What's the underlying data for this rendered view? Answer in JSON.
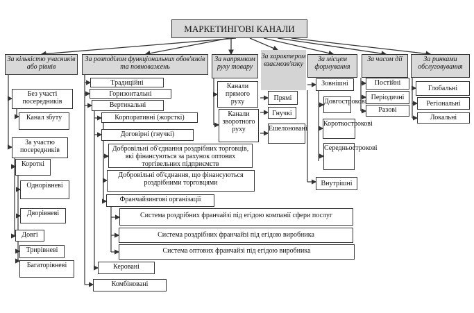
{
  "title": "МАРКЕТИНГОВІ КАНАЛИ",
  "headers": [
    "За кількістю учасників або рівнів",
    "За розподілом функціональних обов'язків та повноважень",
    "За напрямком руху товару",
    "За характером взаємозв'язку",
    "За місцем формування",
    "За часом дії",
    "За ринками обслуговування"
  ],
  "col1": [
    "Без участі посередників",
    "Канал збуту",
    "За участю посередників",
    "Короткі",
    "Однорівневі",
    "Дворівневі",
    "Довгі",
    "Трирівневі",
    "Багаторівневі"
  ],
  "col2": [
    "Традиційні",
    "Горизонтальні",
    "Вертикальні",
    "Корпоративні (жорсткі)",
    "Договірні (гнучкі)",
    "Добровільні об'єднання роздрібних торговців, які фінансуються за рахунок оптових торгівельних підприємств",
    "Добровільні об'єднання, що фінансуються роздрібними торговцями",
    "Франчайзингові організації",
    "Система роздрібних франчайзі під егідою компанії сфери послуг",
    "Система роздрібних франчайзі під егідою виробника",
    "Система оптових франчайзі під егідою виробника",
    "Керовані",
    "Комбіновані"
  ],
  "col3": [
    "Канали прямого руху",
    "Канали зворотного руху"
  ],
  "col4": [
    "Прямі",
    "Гнучкі",
    "Ешелоновані"
  ],
  "col5": [
    "Зовнішні",
    "Довгострокові",
    "Короткострокові",
    "Середньострокові",
    "Внутрішні"
  ],
  "col6": [
    "Постійні",
    "Періодичні",
    "Разові"
  ],
  "col7": [
    "Глобальні",
    "Регіональні",
    "Локальні"
  ]
}
